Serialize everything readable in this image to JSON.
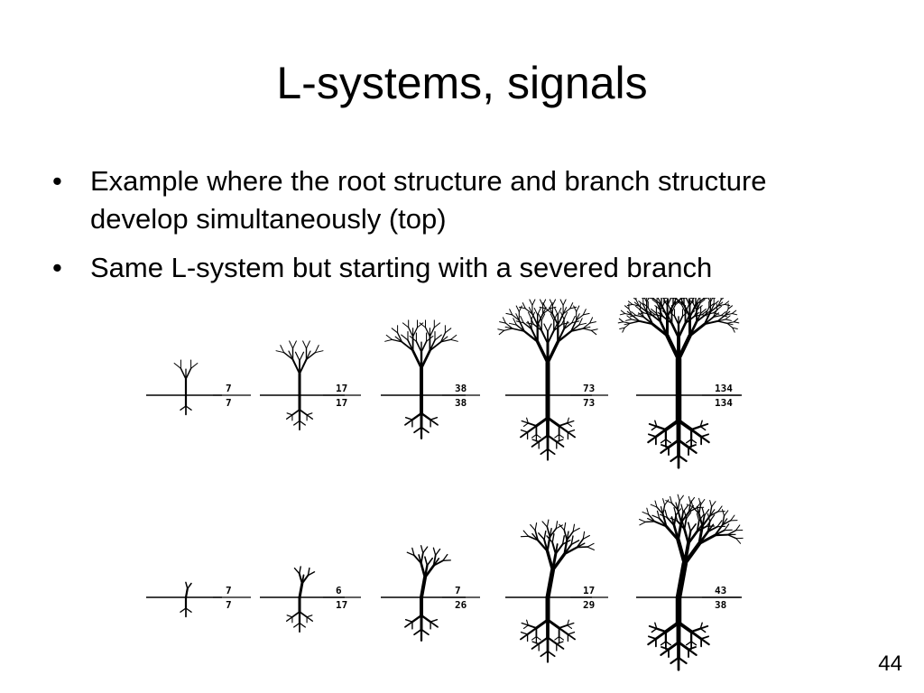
{
  "slide": {
    "title": "L-systems, signals",
    "bullets": [
      "Example where the root structure and branch structure develop simultaneously (top)",
      "Same L-system but starting with a severed branch"
    ],
    "page_number": "44"
  },
  "figure": {
    "top_row": [
      {
        "shoot": "7",
        "root": "7"
      },
      {
        "shoot": "17",
        "root": "17"
      },
      {
        "shoot": "38",
        "root": "38"
      },
      {
        "shoot": "73",
        "root": "73"
      },
      {
        "shoot": "134",
        "root": "134"
      }
    ],
    "bottom_row": [
      {
        "shoot": "7",
        "root": "7"
      },
      {
        "shoot": "6",
        "root": "17"
      },
      {
        "shoot": "7",
        "root": "26"
      },
      {
        "shoot": "17",
        "root": "29"
      },
      {
        "shoot": "43",
        "root": "38"
      }
    ]
  }
}
